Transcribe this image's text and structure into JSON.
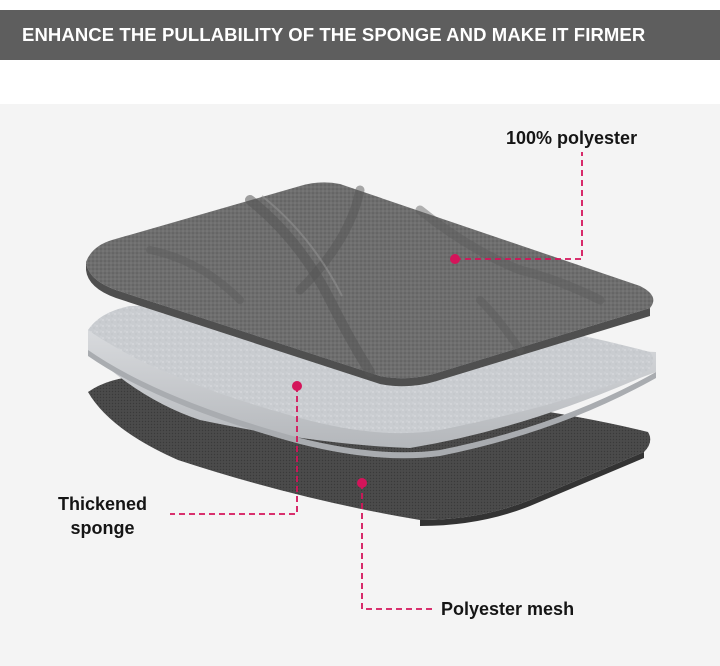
{
  "banner": {
    "text": "ENHANCE THE PULLABILITY OF THE SPONGE AND MAKE IT FIRMER"
  },
  "callouts": {
    "top_layer": {
      "label": "100% polyester"
    },
    "middle_layer": {
      "line1": "Thickened",
      "line2": "sponge"
    },
    "bottom_layer": {
      "label": "Polyester mesh"
    }
  },
  "colors": {
    "banner_bg": "#5e5e5e",
    "stage_bg": "#f4f4f4",
    "top_layer": "#6f6f6f",
    "sponge_layer": "#c8cbce",
    "mesh_layer": "#4a4a4a",
    "callout_accent": "#d4145a"
  }
}
